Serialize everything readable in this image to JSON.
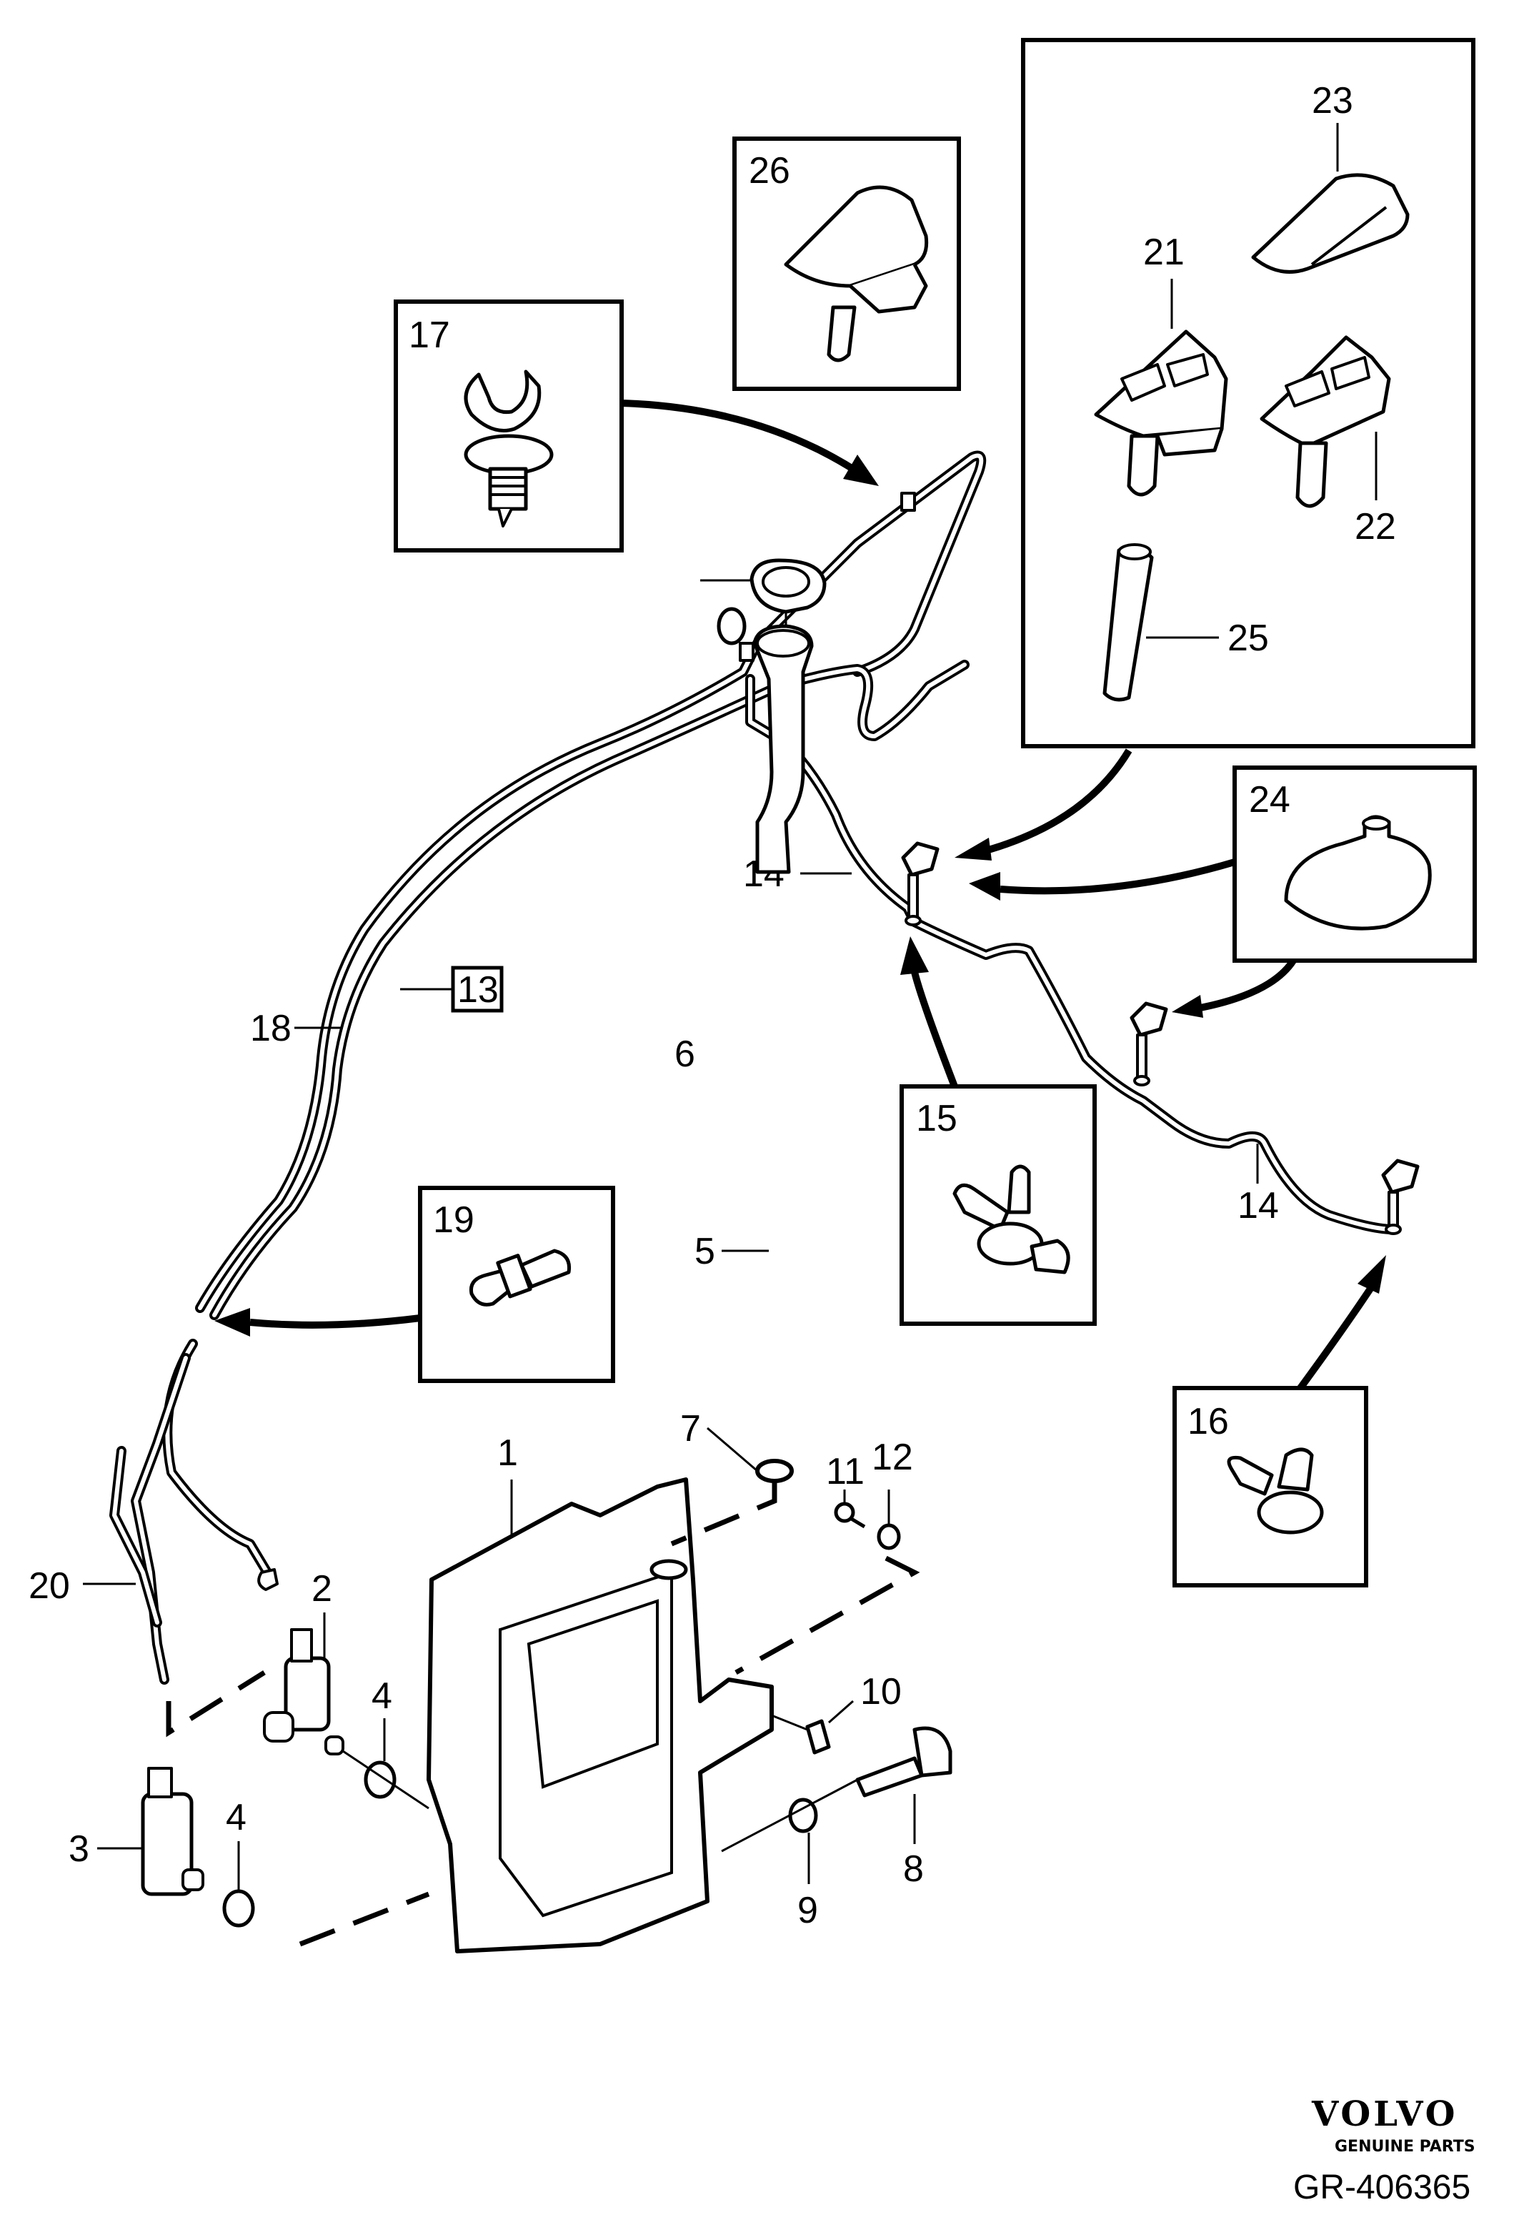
{
  "diagram": {
    "title": "Windscreen washer system exploded parts diagram",
    "callouts": {
      "c1": "1",
      "c2": "2",
      "c3": "3",
      "c4a": "4",
      "c4b": "4",
      "c5": "5",
      "c6": "6",
      "c7": "7",
      "c8": "8",
      "c9": "9",
      "c10": "10",
      "c11": "11",
      "c12": "12",
      "c13": "13",
      "c14a": "14",
      "c14b": "14",
      "c15": "15",
      "c16": "16",
      "c17": "17",
      "c18": "18",
      "c19": "19",
      "c20": "20",
      "c21": "21",
      "c22": "22",
      "c23": "23",
      "c24": "24",
      "c25": "25",
      "c26": "26"
    },
    "detail_boxes": [
      "15",
      "16",
      "17",
      "19",
      "24",
      "26",
      "21/22/23/25"
    ],
    "highlighted_callout": "13"
  },
  "branding": {
    "brand": "VOLVO",
    "tagline": "GENUINE PARTS",
    "drawing_number": "GR-406365"
  }
}
